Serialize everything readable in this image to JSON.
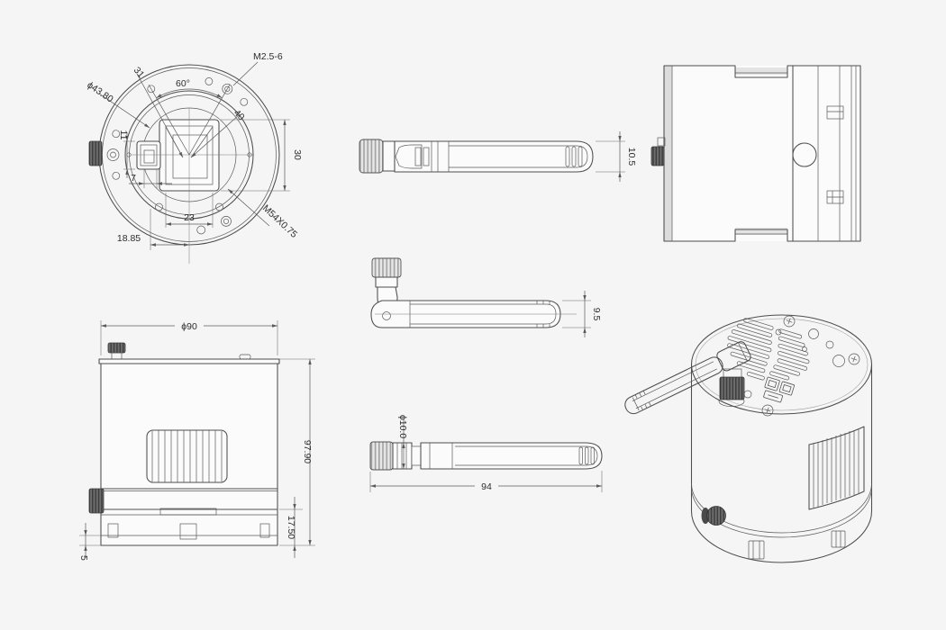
{
  "views": {
    "front": {
      "phi": "ϕ43.80",
      "d31": "31",
      "angle": "60°",
      "screw": "M2.5-6",
      "d40": "40",
      "d30": "30",
      "d11": "11",
      "d7": "7",
      "d23": "23",
      "d1885": "18.85",
      "thread": "M54X0.75"
    },
    "antenna_top": {
      "d105": "10.5"
    },
    "antenna_mid": {
      "d95": "9.5"
    },
    "antenna_bottom": {
      "phi": "ϕ10.0",
      "d94": "94"
    },
    "side": {
      "phi90": "ϕ90",
      "height": "97.90",
      "base": "17.50",
      "foot": "5"
    }
  },
  "colors": {
    "background": "#f5f5f6",
    "line": "#4d4d4d",
    "dimension": "#5a5a5a",
    "text": "#2d2d2d",
    "dark_knurl": "#3e3e3e",
    "shade": "#dcdcdc"
  }
}
